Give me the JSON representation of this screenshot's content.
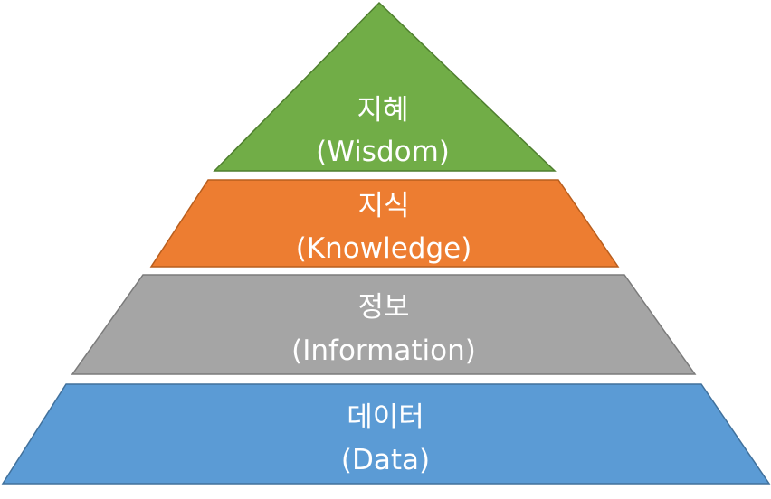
{
  "pyramid": {
    "layers": [
      {
        "id": "wisdom",
        "label_ko": "지혜",
        "label_en": "(Wisdom)",
        "fill": "#71AD47",
        "stroke": "#4F7F2F"
      },
      {
        "id": "knowledge",
        "label_ko": "지식",
        "label_en": "(Knowledge)",
        "fill": "#ED7D31",
        "stroke": "#B85E1E"
      },
      {
        "id": "information",
        "label_ko": "정보",
        "label_en": "(Information)",
        "fill": "#A5A5A5",
        "stroke": "#7B7B7B"
      },
      {
        "id": "data",
        "label_ko": "데이터",
        "label_en": "(Data)",
        "fill": "#5B9BD5",
        "stroke": "#41719C"
      }
    ]
  }
}
